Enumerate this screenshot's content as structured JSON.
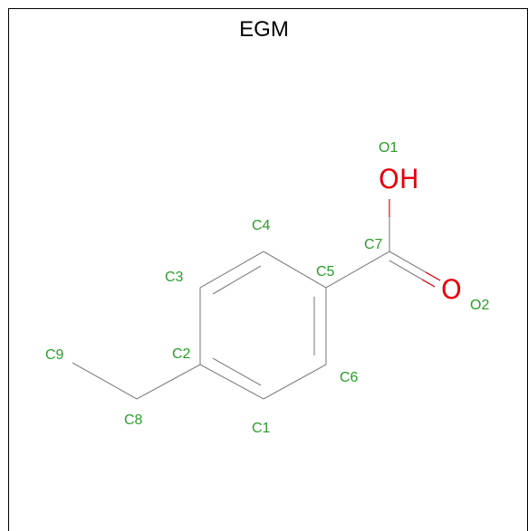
{
  "title": "EGM",
  "colors": {
    "bond": "#808080",
    "atom_label": "#2a9d2a",
    "oxygen": "#e8000b",
    "frame": "#000000"
  },
  "atom_labels": {
    "c1": "C1",
    "c2": "C2",
    "c3": "C3",
    "c4": "C4",
    "c5": "C5",
    "c6": "C6",
    "c7": "C7",
    "c8": "C8",
    "c9": "C9",
    "o1": "O1",
    "o2": "O2"
  },
  "hetero_atoms": {
    "hydroxyl": "OH",
    "carbonyl_oxygen": "O"
  }
}
